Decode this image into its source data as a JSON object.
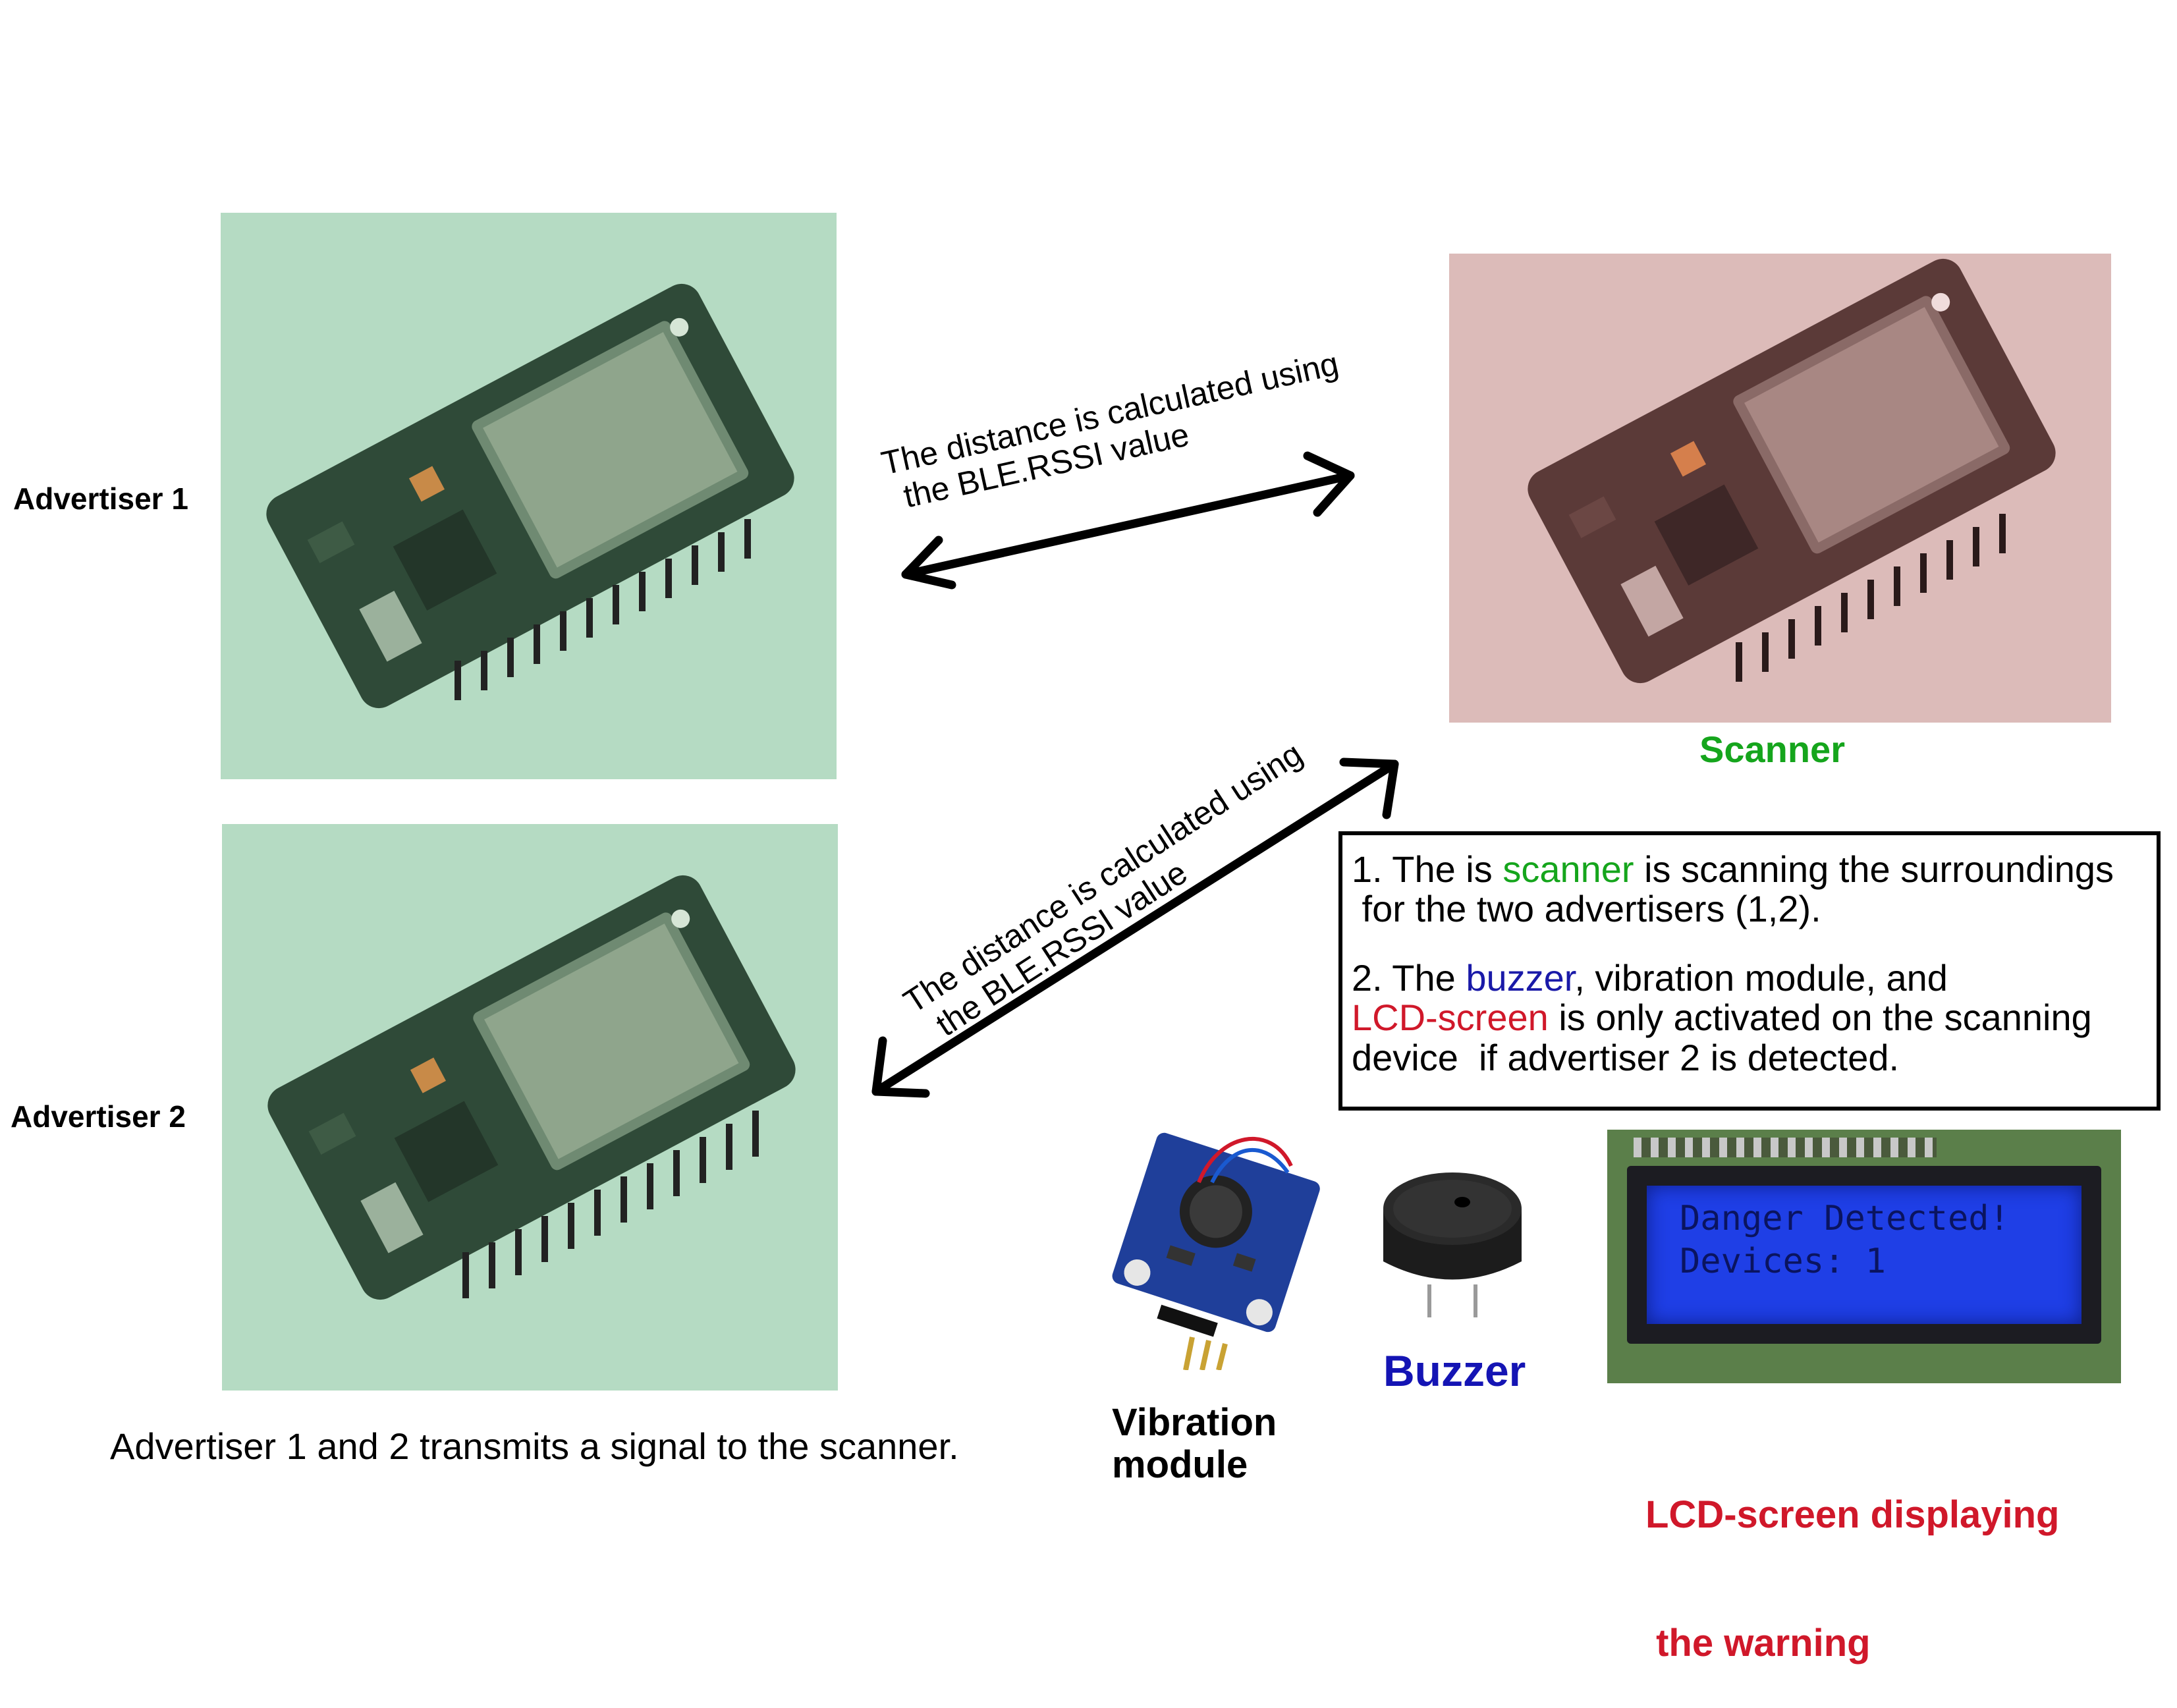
{
  "advertiser1": {
    "label": "Advertiser 1",
    "panel_color": "#b5dbc3"
  },
  "advertiser2": {
    "label": "Advertiser 2",
    "panel_color": "#b5dbc3"
  },
  "scanner": {
    "label": "Scanner",
    "label_color": "#15a51c",
    "panel_color": "#dcbbb9"
  },
  "arrows": [
    {
      "line1": "The distance is calculated using",
      "line2": "the BLE.RSSI value"
    },
    {
      "line1": "The distance is calculated using",
      "line2": "the BLE.RSSI value"
    }
  ],
  "info_box": {
    "item1": {
      "prefix": "1. The is ",
      "highlight": "scanner",
      "highlight_color": "#15a51c",
      "suffix": " is scanning the surroundings",
      "line2": " for the two advertisers (1,2)."
    },
    "item2": {
      "prefix": "2. The ",
      "buzzer": "buzzer",
      "buzzer_color": "#1a1aa8",
      "middle": ", vibration module, and",
      "lcd": "LCD-screen",
      "lcd_color": "#d0182a",
      "suffix": " is only activated on the scanning",
      "line3": "device  if advertiser 2 is detected."
    }
  },
  "components": {
    "vibration": {
      "label_line1": "Vibration",
      "label_line2": "module"
    },
    "buzzer": {
      "label": "Buzzer",
      "label_color": "#1414b4"
    },
    "lcd": {
      "label_line1": "LCD-screen displaying",
      "label_line2": " the warning",
      "label_color": "#d0182a",
      "display_line1": "Danger Detected!",
      "display_line2": "Devices: 1"
    }
  },
  "caption": "Advertiser 1 and 2 transmits a signal to the scanner."
}
